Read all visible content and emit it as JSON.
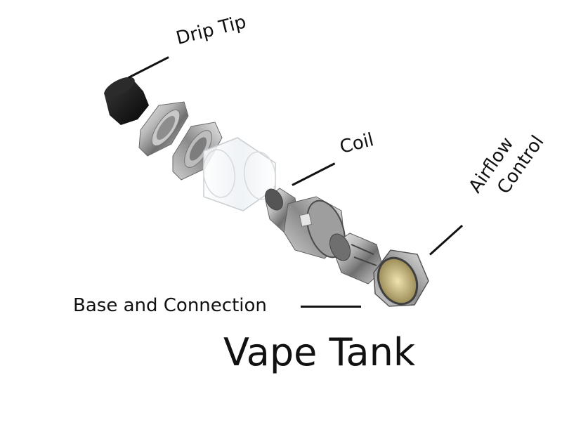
{
  "labels": {
    "drip_tip": "Drip Tip",
    "coil": "Coil",
    "airflow_line1": "Airflow",
    "airflow_line2": "Control",
    "base": "Base and Connection",
    "title": "Vape Tank"
  }
}
